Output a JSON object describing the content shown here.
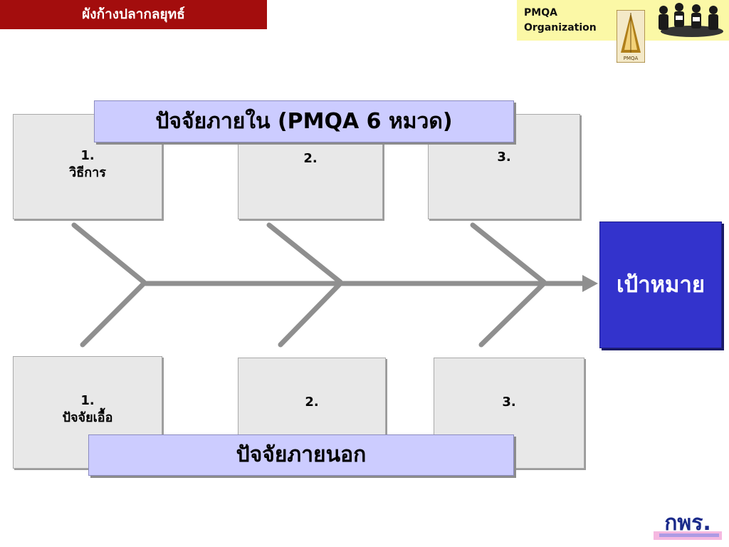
{
  "header": {
    "title": "ผังก้างปลากลยุทธ์"
  },
  "logo": {
    "line1": "PMQA",
    "line2": "Organization",
    "emblem_text": "PMQA",
    "icons": [
      "pmqa-emblem-icon",
      "meeting-people-icon",
      "opdc-logo-icon"
    ]
  },
  "internal_banner": {
    "label": "ปัจจัยภายใน (PMQA 6 หมวด)"
  },
  "external_banner": {
    "label": "ปัจจัยภายนอก"
  },
  "top_boxes": [
    {
      "number": "1.",
      "label": "วิธีการ"
    },
    {
      "number": "2.",
      "label": ""
    },
    {
      "number": "3.",
      "label": ""
    }
  ],
  "bottom_boxes": [
    {
      "number": "1.",
      "label": "ปัจจัยเอื้อ"
    },
    {
      "number": "2.",
      "label": ""
    },
    {
      "number": "3.",
      "label": ""
    }
  ],
  "goal": {
    "label": "เป้าหมาย"
  },
  "corner_logo": {
    "text": "กพร."
  },
  "colors": {
    "title_bg": "#a30d0d",
    "logo_bg": "#fbf8a6",
    "banner_bg": "#ccccff",
    "goal_bg": "#3333cc",
    "box_bg": "#e8e8e8",
    "bone": "#8f8f8f"
  }
}
